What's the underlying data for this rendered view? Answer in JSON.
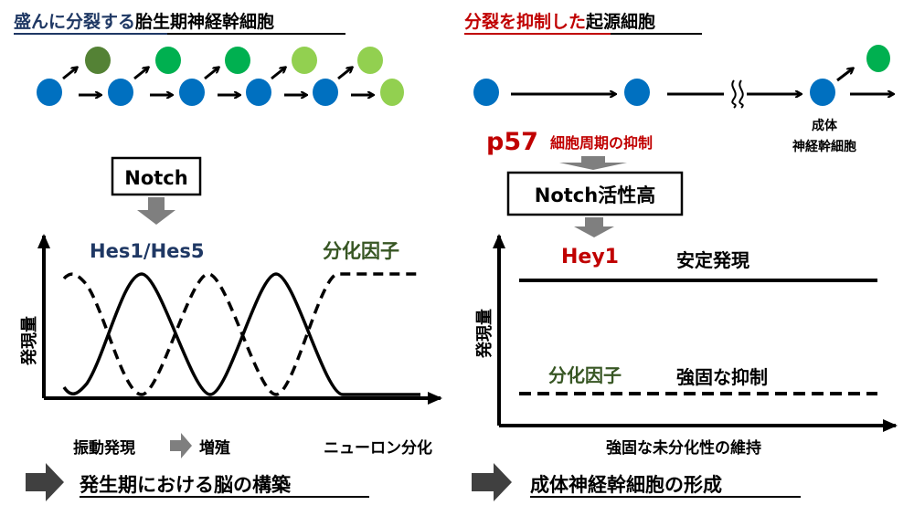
{
  "colors": {
    "blue_cell": "#0070c0",
    "dark_green": "#548235",
    "green": "#00b050",
    "light_green": "#92d050",
    "navy": "#1f3864",
    "red": "#c00000",
    "factor_green": "#375623",
    "gray_arrow": "#7f7f7f",
    "dark_arrow": "#404040"
  },
  "left": {
    "title_highlight": "盛んに分裂する",
    "title_rest": "胎生期神経幹細胞",
    "notch_box": "Notch",
    "hes_label": "Hes1/Hes5",
    "factor_label": "分化因子",
    "y_axis_label": "発現量",
    "x_label_oscillation": "振動発現",
    "x_label_proliferation": "増殖",
    "x_label_differentiation": "ニューロン分化",
    "conclusion": "発生期における脳の構築"
  },
  "right": {
    "title_highlight": "分裂を抑制した",
    "title_rest": "起源細胞",
    "p57_label": "p57",
    "p57_description": "細胞周期の抑制",
    "adult_cell_label_line1": "成体",
    "adult_cell_label_line2": "神経幹細胞",
    "notch_box": "Notch活性高",
    "hey1_label": "Hey1",
    "stable_expression": "安定発現",
    "factor_label": "分化因子",
    "strong_suppression": "強固な抑制",
    "y_axis_label": "発現量",
    "x_axis_label": "強固な未分化性の維持",
    "conclusion": "成体神経幹細胞の形成"
  }
}
